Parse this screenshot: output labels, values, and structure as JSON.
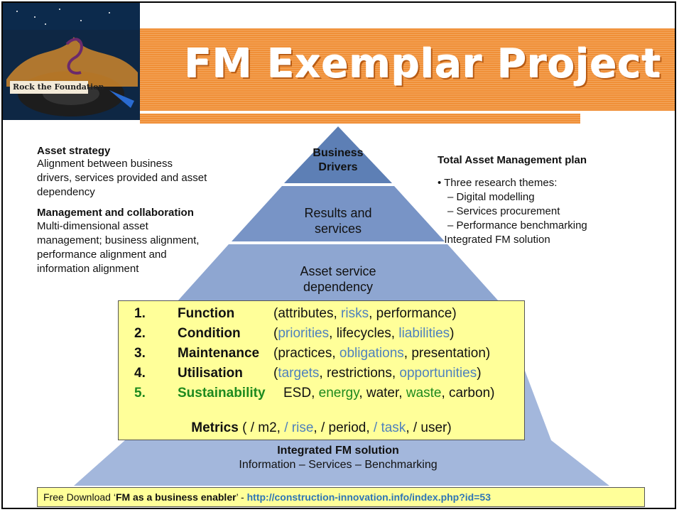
{
  "header": {
    "title": "FM Exemplar Project",
    "logo_text": "Rock the Foundation"
  },
  "left": {
    "section1_heading": "Asset strategy",
    "section1_lines": [
      "Alignment between business",
      "drivers, services provided and asset",
      "dependency"
    ],
    "section2_heading": "Management and collaboration",
    "section2_lines": [
      "Multi-dimensional asset",
      "management; business alignment,",
      "performance alignment and",
      "information alignment"
    ]
  },
  "right": {
    "heading": "Total Asset Management plan",
    "bullet1": "• Three research themes:",
    "sub1": "– Digital modelling",
    "sub2": "– Services procurement",
    "sub3": "– Performance benchmarking",
    "bullet2": "• Integrated FM solution"
  },
  "pyramid": {
    "tier1_line1": "Business",
    "tier1_line2": "Drivers",
    "tier2_line1": "Results and",
    "tier2_line2": "services",
    "tier3_line1": "Asset service",
    "tier3_line2": "dependency",
    "base_title": "Integrated FM solution",
    "base_sub": "Information – Services – Benchmarking"
  },
  "list": [
    {
      "num": "1.",
      "name": "Function",
      "open": "(",
      "parts": [
        {
          "t": "attributes",
          "c": "black"
        },
        {
          "t": ", ",
          "c": "black"
        },
        {
          "t": "risks",
          "c": "blue"
        },
        {
          "t": ", performance)",
          "c": "black"
        }
      ]
    },
    {
      "num": "2.",
      "name": "Condition",
      "open": "(",
      "parts": [
        {
          "t": "priorities",
          "c": "blue"
        },
        {
          "t": ", lifecycles, ",
          "c": "black"
        },
        {
          "t": "liabilities",
          "c": "blue"
        },
        {
          "t": ")",
          "c": "black"
        }
      ]
    },
    {
      "num": "3.",
      "name": "Maintenance",
      "open": "(",
      "parts": [
        {
          "t": "practices, ",
          "c": "black"
        },
        {
          "t": "obligations",
          "c": "blue"
        },
        {
          "t": ", presentation)",
          "c": "black"
        }
      ]
    },
    {
      "num": "4.",
      "name": "Utilisation",
      "open": "(",
      "parts": [
        {
          "t": "targets",
          "c": "blue"
        },
        {
          "t": ", restrictions, ",
          "c": "black"
        },
        {
          "t": "opportunities",
          "c": "blue"
        },
        {
          "t": ")",
          "c": "black"
        }
      ]
    },
    {
      "num": "5.",
      "name": "Sustainability",
      "open": "",
      "parts": [
        {
          "t": "ESD, ",
          "c": "black"
        },
        {
          "t": "energy",
          "c": "green"
        },
        {
          "t": ", water, ",
          "c": "black"
        },
        {
          "t": "waste",
          "c": "green"
        },
        {
          "t": ", carbon)",
          "c": "black"
        }
      ]
    }
  ],
  "metrics": {
    "label": "Metrics",
    "parts": [
      {
        "t": " ( / m2, ",
        "c": "black"
      },
      {
        "t": "/ rise",
        "c": "blue"
      },
      {
        "t": ", / period, ",
        "c": "black"
      },
      {
        "t": "/ task",
        "c": "blue"
      },
      {
        "t": ", / user)",
        "c": "black"
      }
    ]
  },
  "footer": {
    "prefix": "Free Download ‘",
    "book": "FM as a business enabler",
    "mid": "’ - ",
    "url": "http://construction-innovation.info/index.php?id=53"
  },
  "colors": {
    "orange": "#f08f37",
    "blue": "#4f81bd",
    "green": "#1e8a1e",
    "yellow": "#ffff99",
    "pyramid_top": "#5d7fb5",
    "pyramid_mid": "#7894c6",
    "pyramid_low": "#8ea6d1",
    "pyramid_base": "#a3b7dc"
  }
}
